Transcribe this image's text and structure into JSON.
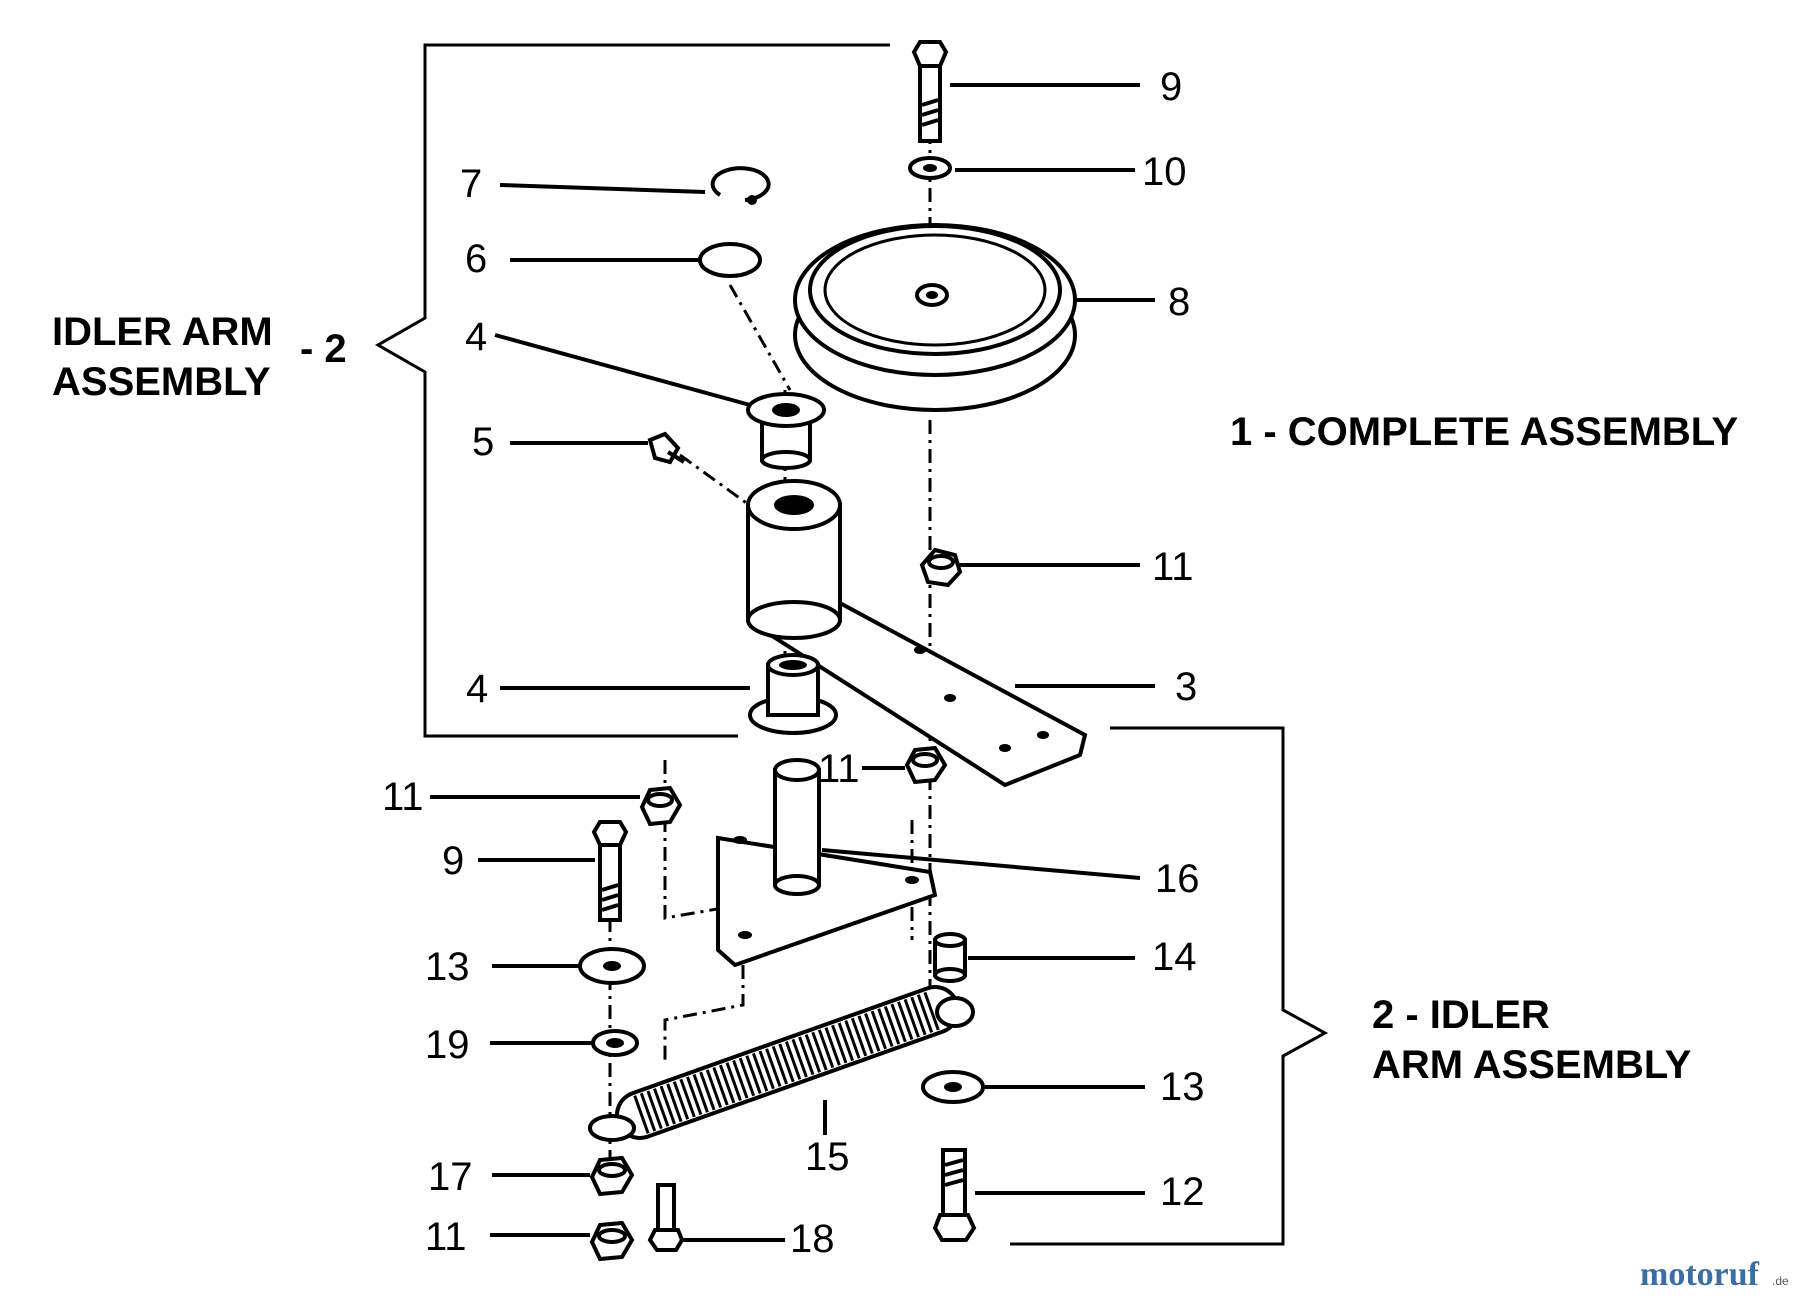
{
  "diagram": {
    "group_labels": {
      "idler_arm_left_line1": "IDLER ARM",
      "idler_arm_left_line2": "ASSEMBLY",
      "idler_arm_left_ref": "- 2",
      "complete_assembly": "1 - COMPLETE ASSEMBLY",
      "idler_arm_right_line1": "2 - IDLER",
      "idler_arm_right_line2": "ARM ASSEMBLY"
    },
    "callouts": {
      "c9_top": "9",
      "c10": "10",
      "c7": "7",
      "c6": "6",
      "c8": "8",
      "c4_upper": "4",
      "c5": "5",
      "c11_upper": "11",
      "c4_lower": "4",
      "c3": "3",
      "c11_mid": "11",
      "c11_left": "11",
      "c9_left": "9",
      "c16": "16",
      "c13_left": "13",
      "c14": "14",
      "c19": "19",
      "c13_right": "13",
      "c15": "15",
      "c17": "17",
      "c12": "12",
      "c11_bottom": "11",
      "c18": "18"
    }
  },
  "watermark": {
    "brand_main": "motoruf",
    "brand_tld": ".de",
    "brand_color": "#3a6ea5",
    "accent_color": "#e07b00"
  }
}
